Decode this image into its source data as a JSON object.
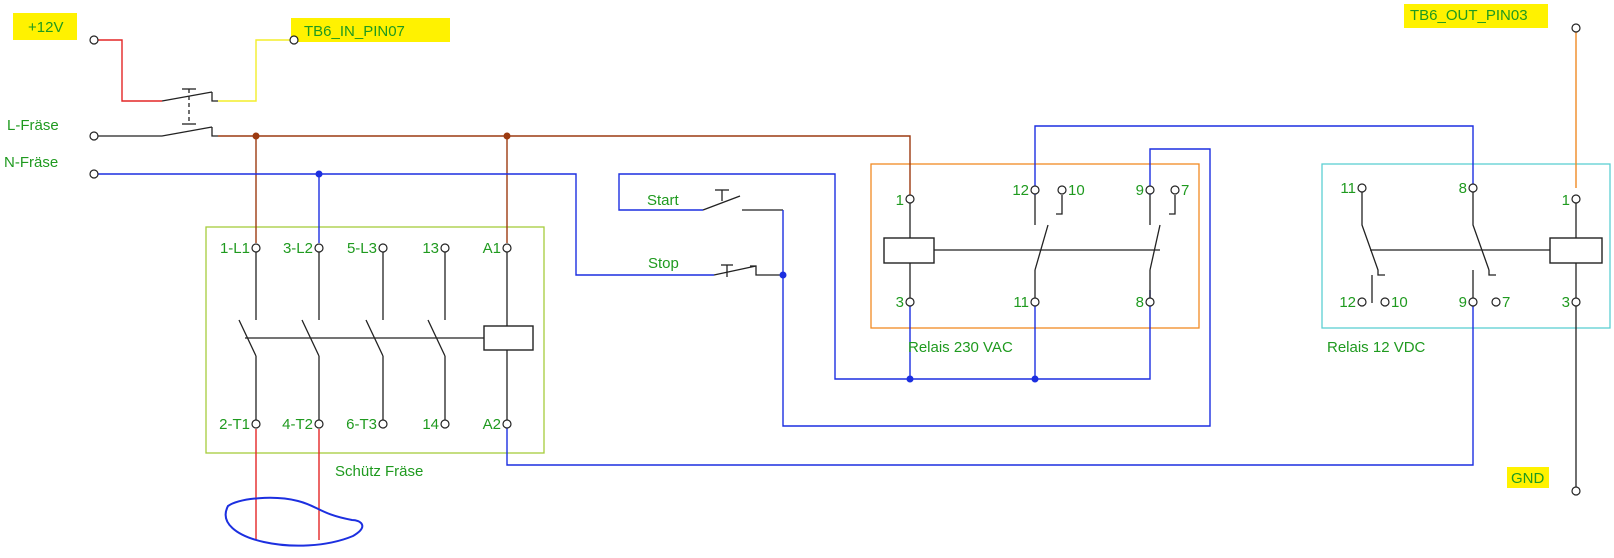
{
  "labels": {
    "plus12v": "+12V",
    "tb6_in": "TB6_IN_PIN07",
    "tb6_out": "TB6_OUT_PIN03",
    "gnd": "GND",
    "l_fraese": "L-Fräse",
    "n_fraese": "N-Fräse",
    "start": "Start",
    "stop": "Stop"
  },
  "contactor": {
    "name": "Schütz Fräse",
    "top": [
      "1-L1",
      "3-L2",
      "5-L3",
      "13",
      "A1"
    ],
    "bottom": [
      "2-T1",
      "4-T2",
      "6-T3",
      "14",
      "A2"
    ]
  },
  "relay230": {
    "name": "Relais 230 VAC",
    "top": [
      "1",
      "12",
      "10",
      "9",
      "7"
    ],
    "bottom": [
      "3",
      "11",
      "8"
    ]
  },
  "relay12": {
    "name": "Relais 12 VDC",
    "top": [
      "11",
      "8",
      "1"
    ],
    "bottom": [
      "12",
      "10",
      "9",
      "7",
      "3"
    ]
  },
  "colors": {
    "label_text": "#1f9a1f",
    "highlight": "#fff200",
    "wire_12v": "#e32626",
    "wire_tb6_in": "#f3ee2a",
    "wire_phase": "#9c3a10",
    "wire_neutral": "#1c2fe0",
    "wire_tb6_out": "#f08a24",
    "contactor_frame": "#a6cc3c",
    "relay230_frame": "#f08a24",
    "relay12_frame": "#5ccfd3"
  }
}
